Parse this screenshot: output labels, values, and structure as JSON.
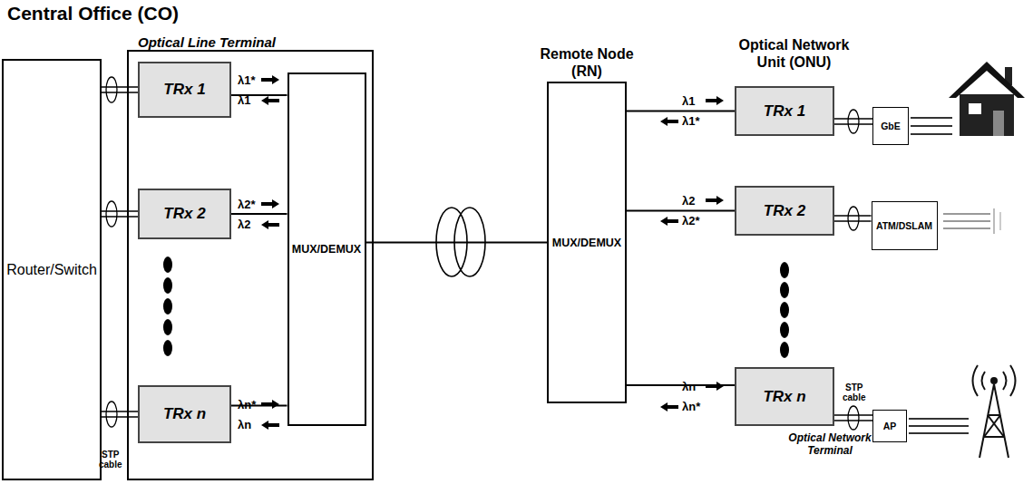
{
  "diagram": {
    "nodes": [
      {
        "text": [
          "Router/Switch"
        ]
      },
      {
        "text": [
          "Optical Line Terminal"
        ]
      },
      {
        "text": [
          "TRx 1"
        ],
        "in": 1
      },
      {
        "text": [
          "TRx 2"
        ],
        "in": 1
      },
      {
        "text": [
          "TRx n"
        ],
        "in": 1
      },
      {
        "text": [
          "MUX/DEMUX"
        ],
        "in": 1
      },
      {
        "text": [
          "Remote Node (RN)",
          "MUX/DEMUX"
        ]
      },
      {
        "text": [
          "TRx 1"
        ]
      },
      {
        "text": [
          "TRx 2"
        ]
      },
      {
        "text": [
          "TRx n"
        ]
      },
      {
        "text": [
          "GbE"
        ]
      },
      {
        "text": [
          "ATM/DSLAM"
        ]
      },
      {
        "text": [
          "AP"
        ]
      }
    ],
    "edges": [
      {
        "from": 0,
        "to": 2,
        "arrow": "none"
      },
      {
        "from": 0,
        "to": 3,
        "arrow": "none"
      },
      {
        "from": 0,
        "to": 4,
        "arrow": "none"
      },
      {
        "from": 2,
        "to": 5,
        "arrow": "none"
      },
      {
        "from": 3,
        "to": 5,
        "arrow": "none"
      },
      {
        "from": 4,
        "to": 5,
        "arrow": "none"
      },
      {
        "from": 5,
        "to": 6,
        "arrow": "none"
      },
      {
        "from": 6,
        "to": 7,
        "arrow": "none"
      },
      {
        "from": 6,
        "to": 8,
        "arrow": "none"
      },
      {
        "from": 6,
        "to": 9,
        "arrow": "none"
      },
      {
        "from": 7,
        "to": 10,
        "arrow": "none"
      },
      {
        "from": 8,
        "to": 11,
        "arrow": "none"
      },
      {
        "from": 9,
        "to": 12,
        "arrow": "none"
      }
    ],
    "labels": [
      "Central Office (CO)",
      "Optical Network Unit (ONU)",
      "λ1*",
      "λ1",
      "λ2*",
      "λ2",
      "λn*",
      "λn",
      "λ1",
      "λ1*",
      "λ2",
      "λ2*",
      "λn",
      "λn*",
      "STP cable",
      "STP cable",
      "Optical Network Terminal"
    ]
  }
}
